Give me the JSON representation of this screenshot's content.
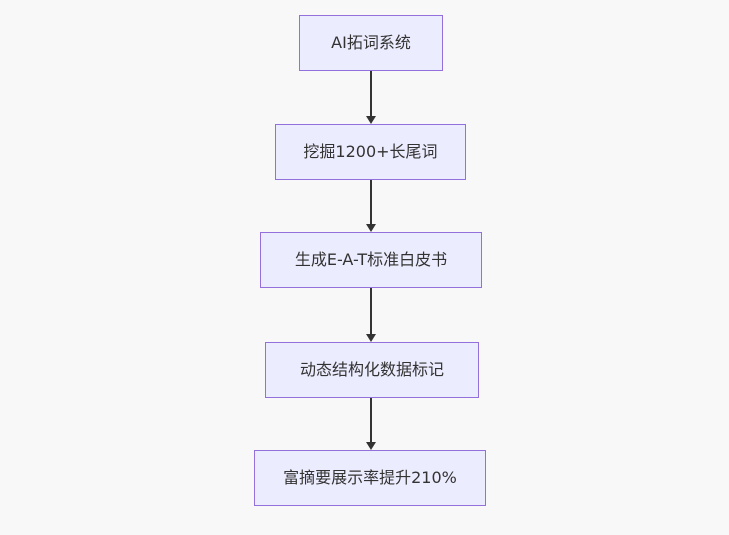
{
  "diagram": {
    "type": "flowchart",
    "direction": "top-down",
    "nodes": [
      {
        "id": "A",
        "label": "AI拓词系统"
      },
      {
        "id": "B",
        "label": "挖掘1200+长尾词"
      },
      {
        "id": "C",
        "label": "生成E-A-T标准白皮书"
      },
      {
        "id": "D",
        "label": "动态结构化数据标记"
      },
      {
        "id": "E",
        "label": "富摘要展示率提升210%"
      }
    ],
    "edges": [
      {
        "from": "A",
        "to": "B",
        "style": "arrow-down"
      },
      {
        "from": "B",
        "to": "C",
        "style": "arrow-down"
      },
      {
        "from": "C",
        "to": "D",
        "style": "arrow-down"
      },
      {
        "from": "D",
        "to": "E",
        "style": "arrow-down"
      }
    ],
    "colors": {
      "background": "#f8f8f8",
      "node_fill": "#ECECFF",
      "node_border": "#9370DB",
      "node_text": "#333333",
      "arrow": "#333333"
    }
  }
}
